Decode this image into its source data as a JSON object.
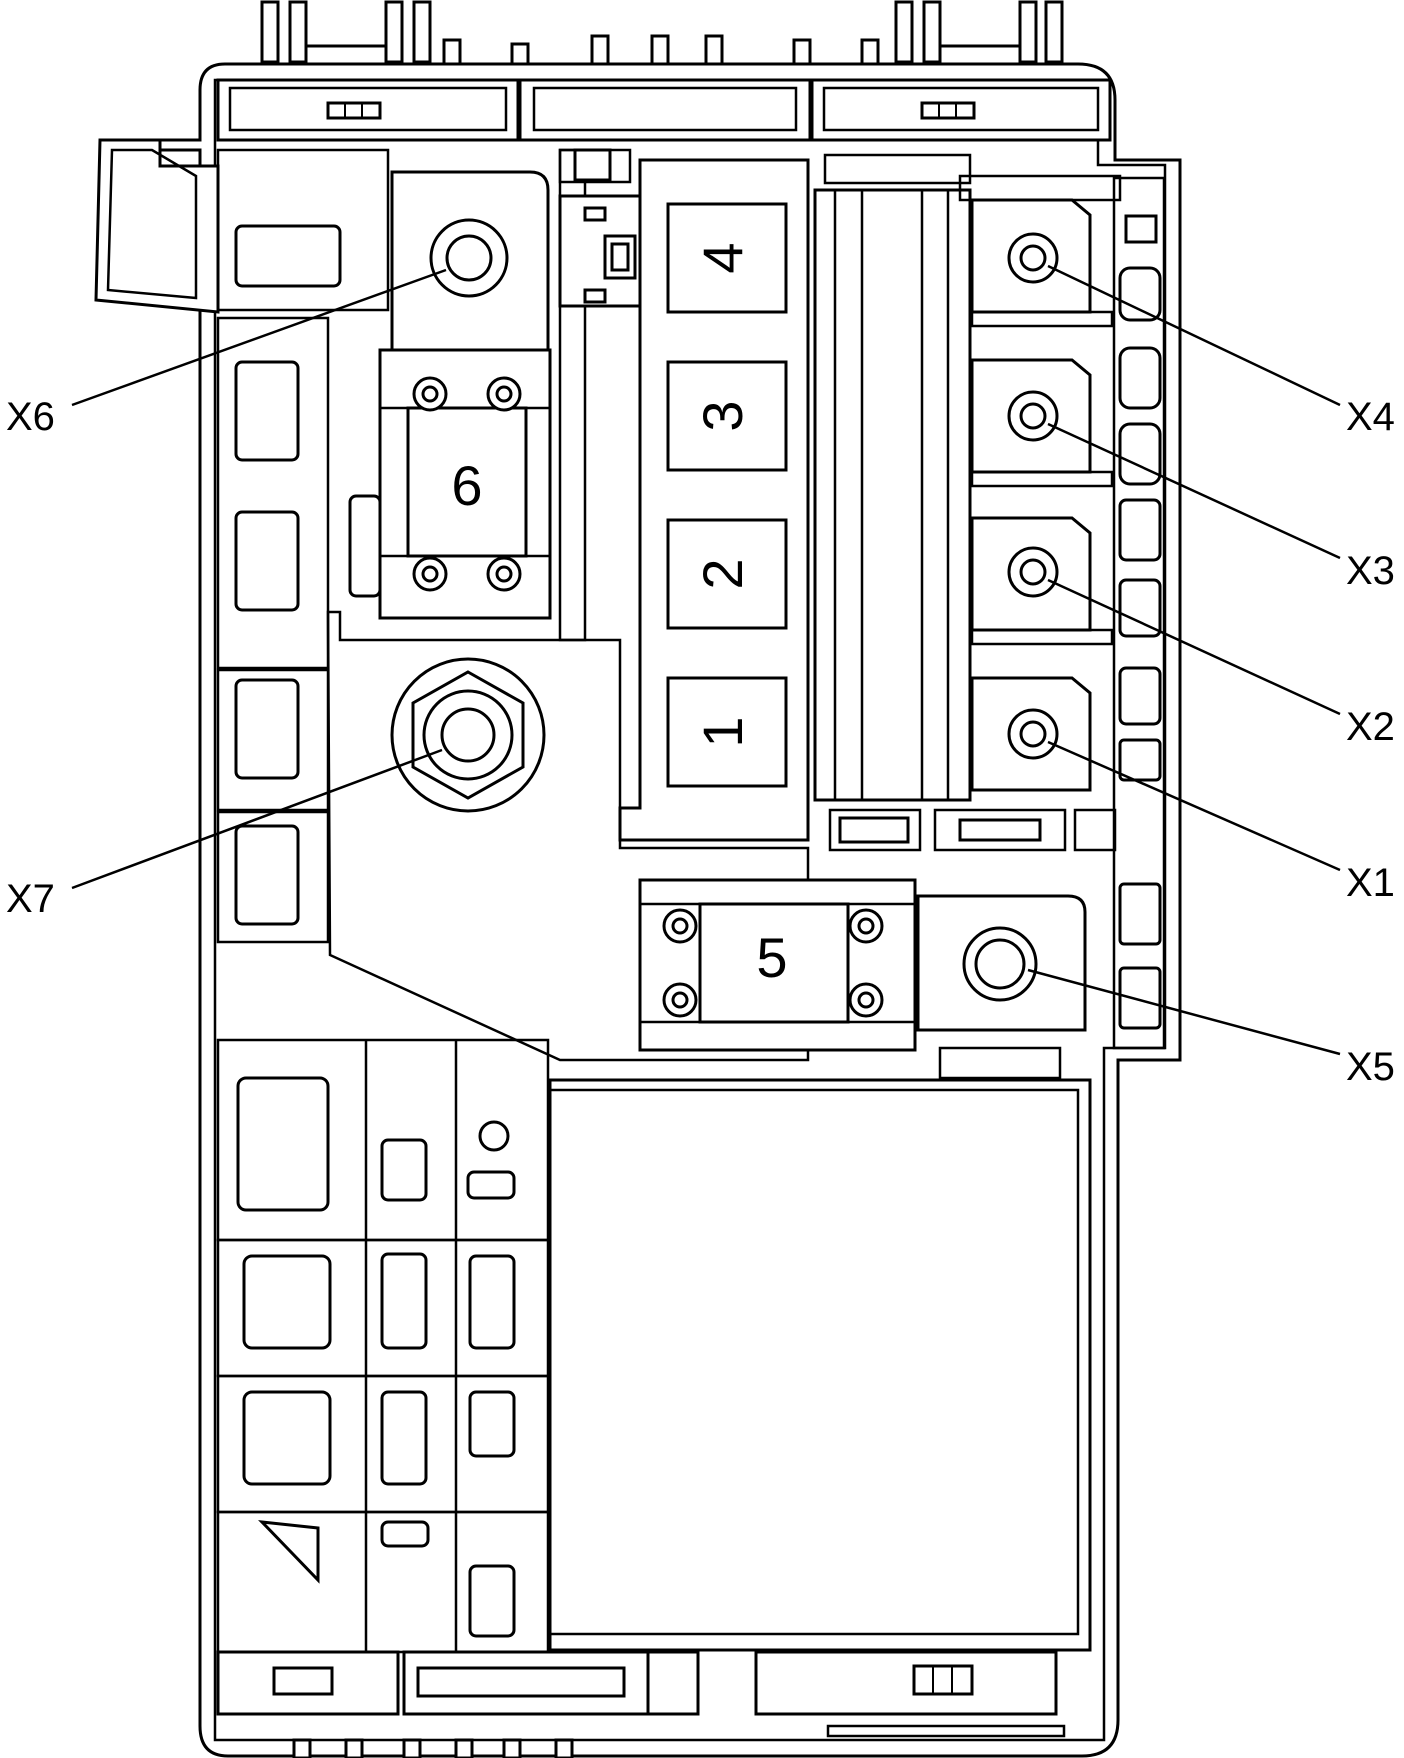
{
  "fuses": [
    {
      "id": "fuse-1",
      "label": "1"
    },
    {
      "id": "fuse-2",
      "label": "2"
    },
    {
      "id": "fuse-3",
      "label": "3"
    },
    {
      "id": "fuse-4",
      "label": "4"
    },
    {
      "id": "fuse-5",
      "label": "5"
    },
    {
      "id": "fuse-6",
      "label": "6"
    }
  ],
  "terminals": [
    {
      "id": "X1",
      "label": "X1"
    },
    {
      "id": "X2",
      "label": "X2"
    },
    {
      "id": "X3",
      "label": "X3"
    },
    {
      "id": "X4",
      "label": "X4"
    },
    {
      "id": "X5",
      "label": "X5"
    },
    {
      "id": "X6",
      "label": "X6"
    },
    {
      "id": "X7",
      "label": "X7"
    }
  ]
}
